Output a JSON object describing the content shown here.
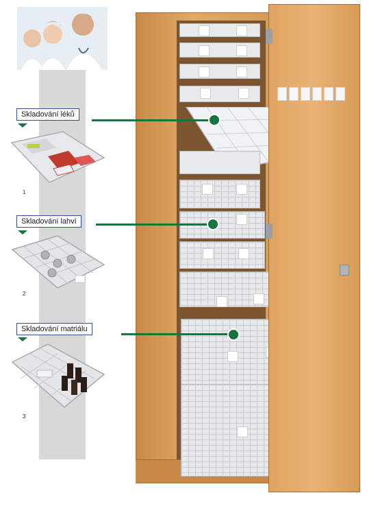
{
  "callouts": [
    {
      "label": "Skladování léků",
      "number": "1"
    },
    {
      "label": "Skladování lahví",
      "number": "2"
    },
    {
      "label": "Skladování matriálu",
      "number": "3"
    }
  ],
  "colors": {
    "accent_green": "#17733f",
    "callout_border": "#2f4f8f",
    "strip_gray": "#d8d8d8",
    "wood": "#e1a866"
  },
  "icons": [
    "medical-staff-photo",
    "medicine-tray-image",
    "bottle-basket-image",
    "material-basket-image",
    "cabinet-image"
  ]
}
